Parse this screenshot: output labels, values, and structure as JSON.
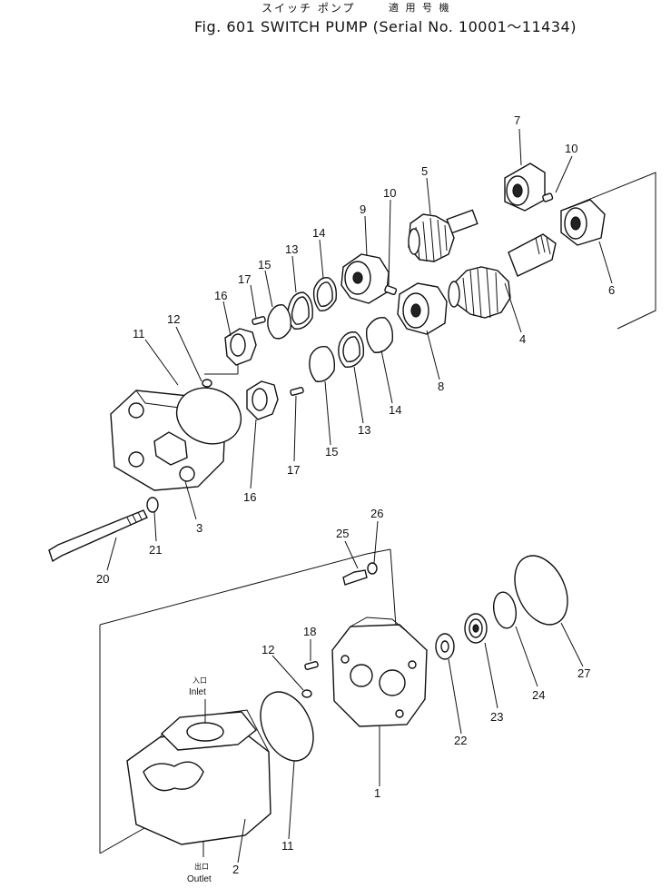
{
  "header": {
    "title_jp": "スイッチ ポンプ",
    "serial_jp": "適 用 号 機",
    "title_main": "Fig. 601 SWITCH PUMP (Serial No. 10001～11434)"
  },
  "callouts": [
    "7",
    "10",
    "5",
    "10",
    "9",
    "14",
    "13",
    "15",
    "17",
    "16",
    "12",
    "11",
    "6",
    "4",
    "8",
    "14",
    "13",
    "15",
    "17",
    "16",
    "3",
    "21",
    "20",
    "26",
    "25",
    "18",
    "12",
    "27",
    "24",
    "23",
    "22",
    "11",
    "2",
    "1"
  ],
  "port_labels": {
    "inlet_jp": "入口",
    "inlet": "Inlet",
    "outlet_jp": "出口",
    "outlet": "Outlet"
  }
}
